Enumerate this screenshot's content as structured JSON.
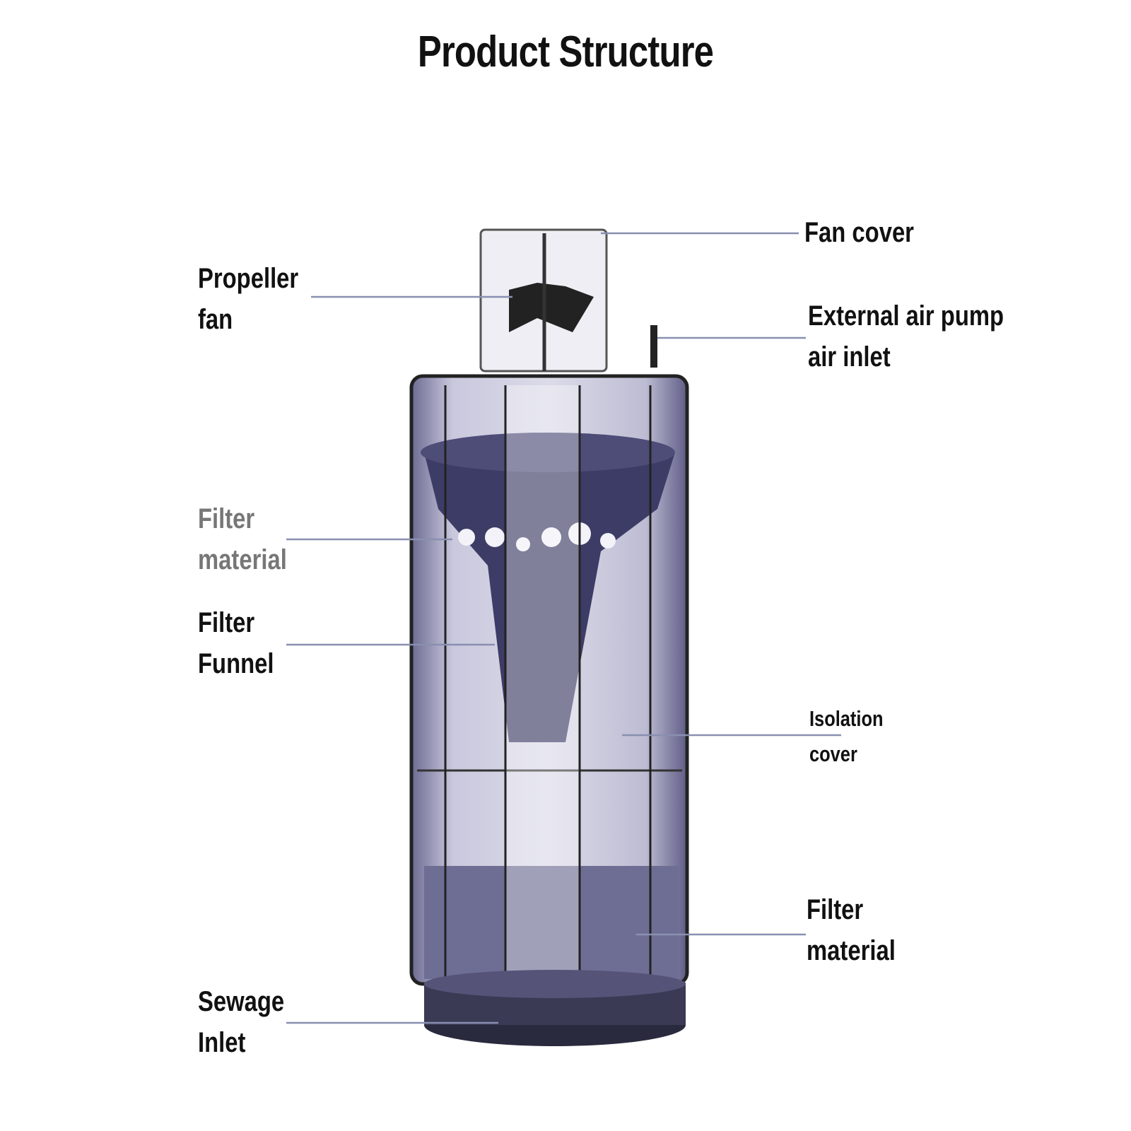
{
  "title": "Product Structure",
  "labels": {
    "fan_cover": [
      "Fan cover"
    ],
    "propeller_fan": [
      "Propeller",
      "fan"
    ],
    "air_inlet": [
      "External air pump",
      "air inlet"
    ],
    "filter_material_top": [
      "Filter",
      "material"
    ],
    "filter_funnel": [
      "Filter",
      "Funnel"
    ],
    "isolation_cover": [
      "Isolation",
      "cover"
    ],
    "filter_material_bottom": [
      "Filter",
      "material"
    ],
    "sewage_inlet": [
      "Sewage",
      "Inlet"
    ]
  },
  "colors": {
    "body": "#4a4a72",
    "line": "#8a8fb0",
    "text": "#111111"
  }
}
